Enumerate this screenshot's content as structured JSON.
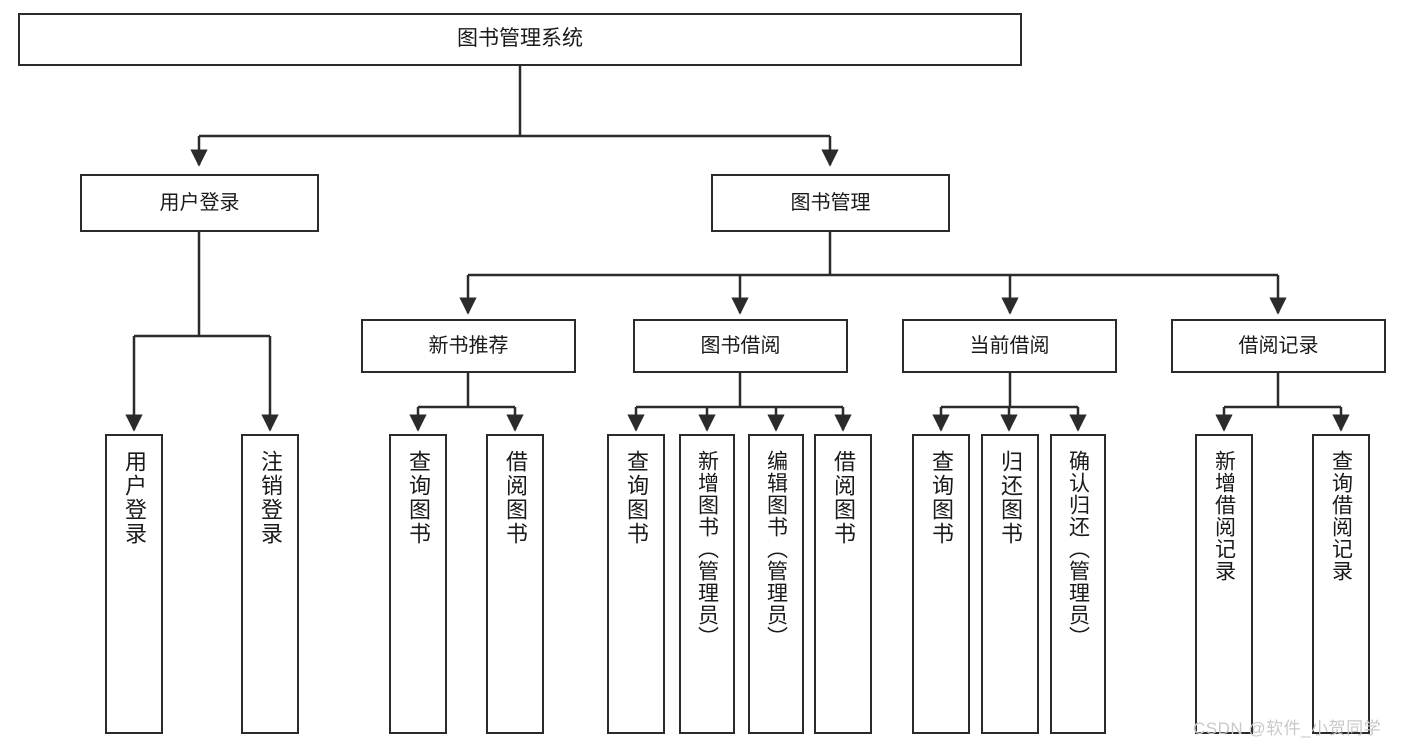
{
  "diagram": {
    "title": "图书管理系统",
    "type": "hierarchy-tree",
    "watermark": "CSDN @软件_小贺同学",
    "colors": {
      "stroke": "#2b2b2b",
      "fill": "#ffffff",
      "text": "#1a1a1a",
      "watermark": "#c9c9c9"
    },
    "levels": {
      "root": [
        "图书管理系统"
      ],
      "level2": [
        "用户登录",
        "图书管理"
      ],
      "level3": [
        "新书推荐",
        "图书借阅",
        "当前借阅",
        "借阅记录"
      ],
      "leaves": [
        "用户登录",
        "注销登录",
        "查询图书",
        "借阅图书",
        "查询图书",
        "新增图书（管理员）",
        "编辑图书（管理员）",
        "借阅图书",
        "查询图书",
        "归还图书",
        "确认归还（管理员）",
        "新增借阅记录",
        "查询借阅记录"
      ]
    },
    "nodes": {
      "root": {
        "label": "图书管理系统"
      },
      "user_login": {
        "label": "用户登录"
      },
      "book_manage": {
        "label": "图书管理"
      },
      "new_book_rec": {
        "label": "新书推荐"
      },
      "book_borrow": {
        "label": "图书借阅"
      },
      "current_borrow": {
        "label": "当前借阅"
      },
      "borrow_record": {
        "label": "借阅记录"
      },
      "leaf_user_login": {
        "label": "用户登录"
      },
      "leaf_logout": {
        "label": "注销登录"
      },
      "leaf_query_book_1": {
        "label": "查询图书"
      },
      "leaf_borrow_book_1": {
        "label": "借阅图书"
      },
      "leaf_query_book_2": {
        "label": "查询图书"
      },
      "leaf_add_book": {
        "label": "新增图书（管理员）"
      },
      "leaf_edit_book": {
        "label": "编辑图书（管理员）"
      },
      "leaf_borrow_book_2": {
        "label": "借阅图书"
      },
      "leaf_query_book_3": {
        "label": "查询图书"
      },
      "leaf_return_book": {
        "label": "归还图书"
      },
      "leaf_confirm_return": {
        "label": "确认归还（管理员）"
      },
      "leaf_add_record": {
        "label": "新增借阅记录"
      },
      "leaf_query_record": {
        "label": "查询借阅记录"
      }
    }
  }
}
